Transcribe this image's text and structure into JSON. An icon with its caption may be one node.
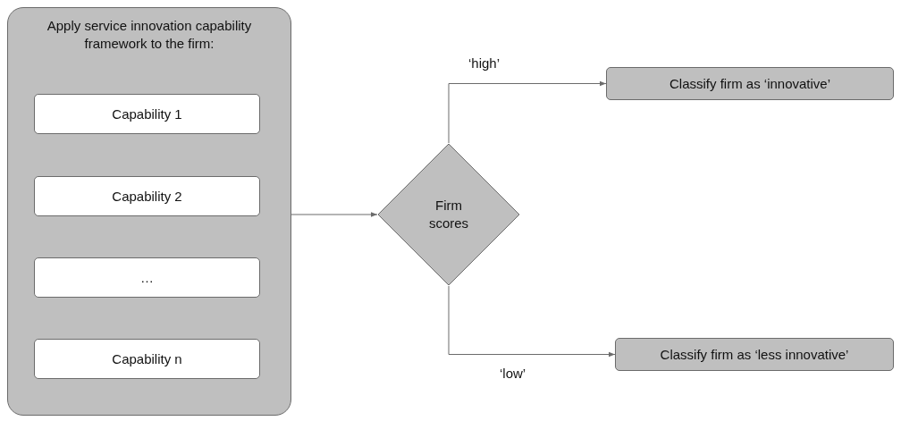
{
  "diagram": {
    "nodes": [
      {
        "text": [
          "Apply service innovation capability framework to the firm:"
        ]
      },
      {
        "text": [
          "Capability 1"
        ],
        "in": 0
      },
      {
        "text": [
          "Capability 2"
        ],
        "in": 0
      },
      {
        "text": [
          "…"
        ],
        "in": 0
      },
      {
        "text": [
          "Capability n"
        ],
        "in": 0
      },
      {
        "text": [
          "Firm scores"
        ]
      },
      {
        "text": [
          "Classify firm as ‘innovative’"
        ]
      },
      {
        "text": [
          "Classify firm as ‘less innovative’"
        ]
      }
    ],
    "edges": [
      {
        "from": 0,
        "to": 5,
        "arrow": "to"
      },
      {
        "from": 5,
        "to": 6,
        "arrow": "to",
        "label": "‘high’"
      },
      {
        "from": 5,
        "to": 7,
        "arrow": "to",
        "label": "‘low’"
      }
    ]
  }
}
